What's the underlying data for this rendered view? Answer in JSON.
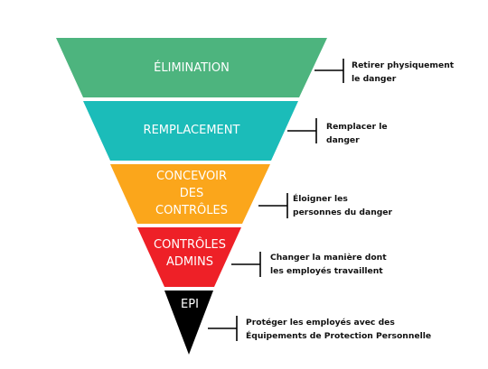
{
  "colors": {
    "elimination": "#4db47e",
    "remplacement": "#1bbcb9",
    "concevoir": "#fba61b",
    "controles_admins": "#ee2027",
    "epi": "#000000",
    "bracket": "#000000"
  },
  "levels": [
    {
      "label_lines": [
        "ÉLIMINATION"
      ],
      "description_lines": [
        "Retirer physiquement",
        "le danger"
      ]
    },
    {
      "label_lines": [
        "REMPLACEMENT"
      ],
      "description_lines": [
        "Remplacer le",
        "danger"
      ]
    },
    {
      "label_lines": [
        "CONCEVOIR",
        "DES",
        "CONTRÔLES"
      ],
      "description_lines": [
        "Éloigner les",
        "personnes du danger"
      ]
    },
    {
      "label_lines": [
        "CONTRÔLES",
        "ADMINS"
      ],
      "description_lines": [
        "Changer la manière dont",
        "les employés travaillent"
      ]
    },
    {
      "label_lines": [
        "EPI"
      ],
      "description_lines": [
        "Protéger les employés avec des",
        "Équipements de Protection Personnelle"
      ]
    }
  ]
}
